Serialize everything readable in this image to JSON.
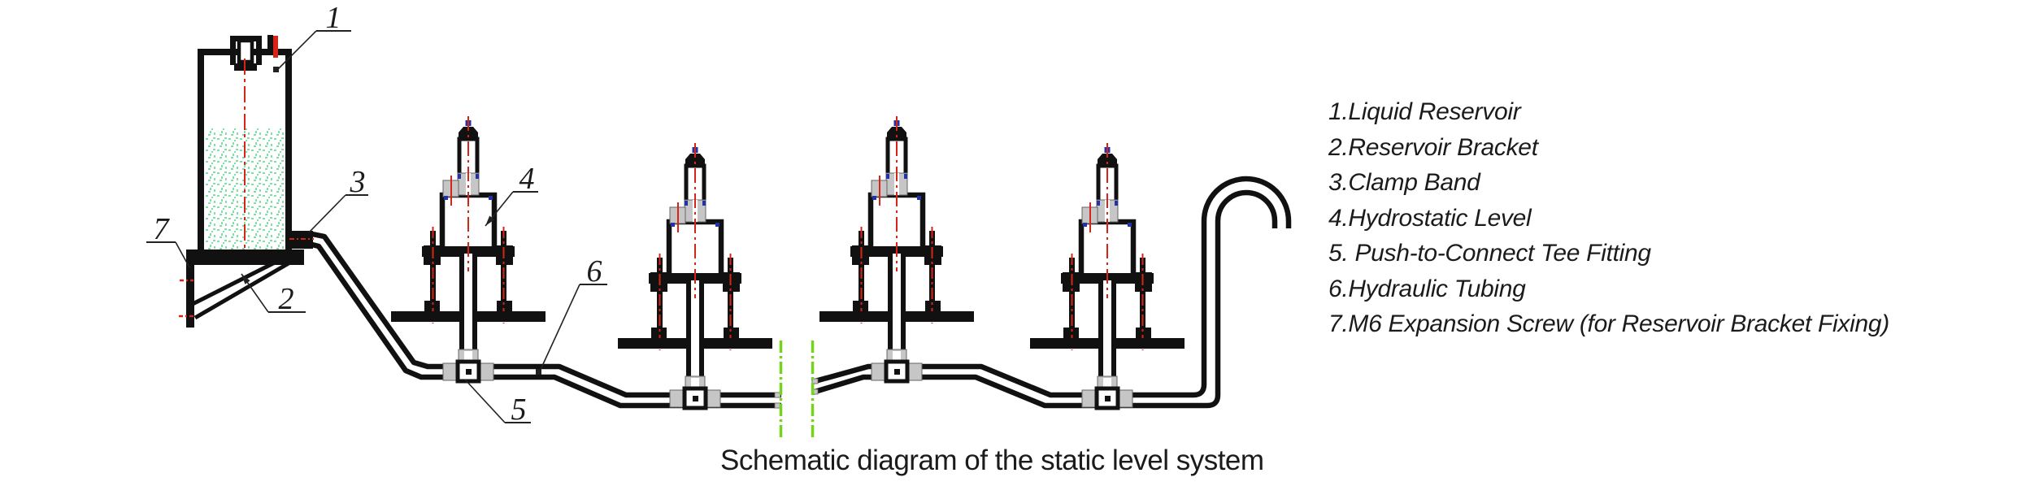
{
  "caption": "Schematic diagram of the static level system",
  "legend": {
    "items": [
      "1.Liquid Reservoir",
      "2.Reservoir Bracket",
      "3.Clamp Band",
      "4.Hydrostatic Level",
      "5. Push-to-Connect Tee Fitting",
      "6.Hydraulic Tubing",
      "7.M6 Expansion Screw (for Reservoir Bracket Fixing)"
    ]
  },
  "part_labels": [
    {
      "text": "1"
    },
    {
      "text": "2"
    },
    {
      "text": "3"
    },
    {
      "text": "4"
    },
    {
      "text": "5"
    },
    {
      "text": "6"
    },
    {
      "text": "7"
    }
  ],
  "colors": {
    "line_black": "#111111",
    "centerline_red": "#d62518",
    "liquid_green": "#7fe0a6",
    "break_green": "#76d31c",
    "fitting_gray": "#c6c6c6",
    "detail_blue": "#2233aa"
  }
}
